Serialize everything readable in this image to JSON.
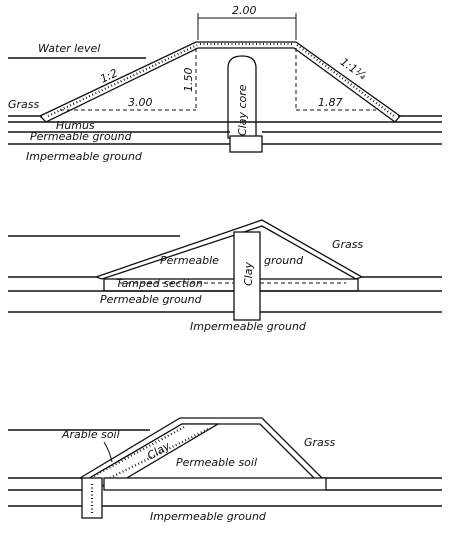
{
  "figure1": {
    "dim_crest_width": "2.00",
    "water_level": "Water level",
    "slope_left": "1:2",
    "slope_right": "1:1¼",
    "dim_height": "1.50",
    "dim_left_base": "3.00",
    "dim_right_base": "1.87",
    "core": "Clay core",
    "grass": "Grass",
    "humus": "Humus",
    "permeable": "Permeable ground",
    "impermeable": "Impermeable ground"
  },
  "figure2": {
    "grass": "Grass",
    "permeable_a": "Permeable",
    "permeable_b": "ground",
    "clay": "Clay",
    "tamped": "Tamped section",
    "permeable_ground": "Permeable ground",
    "impermeable": "Impermeable ground"
  },
  "figure3": {
    "arable": "Arable soil",
    "clay": "Clay",
    "grass": "Grass",
    "permeable_soil": "Permeable soil",
    "impermeable": "Impermeable ground"
  }
}
